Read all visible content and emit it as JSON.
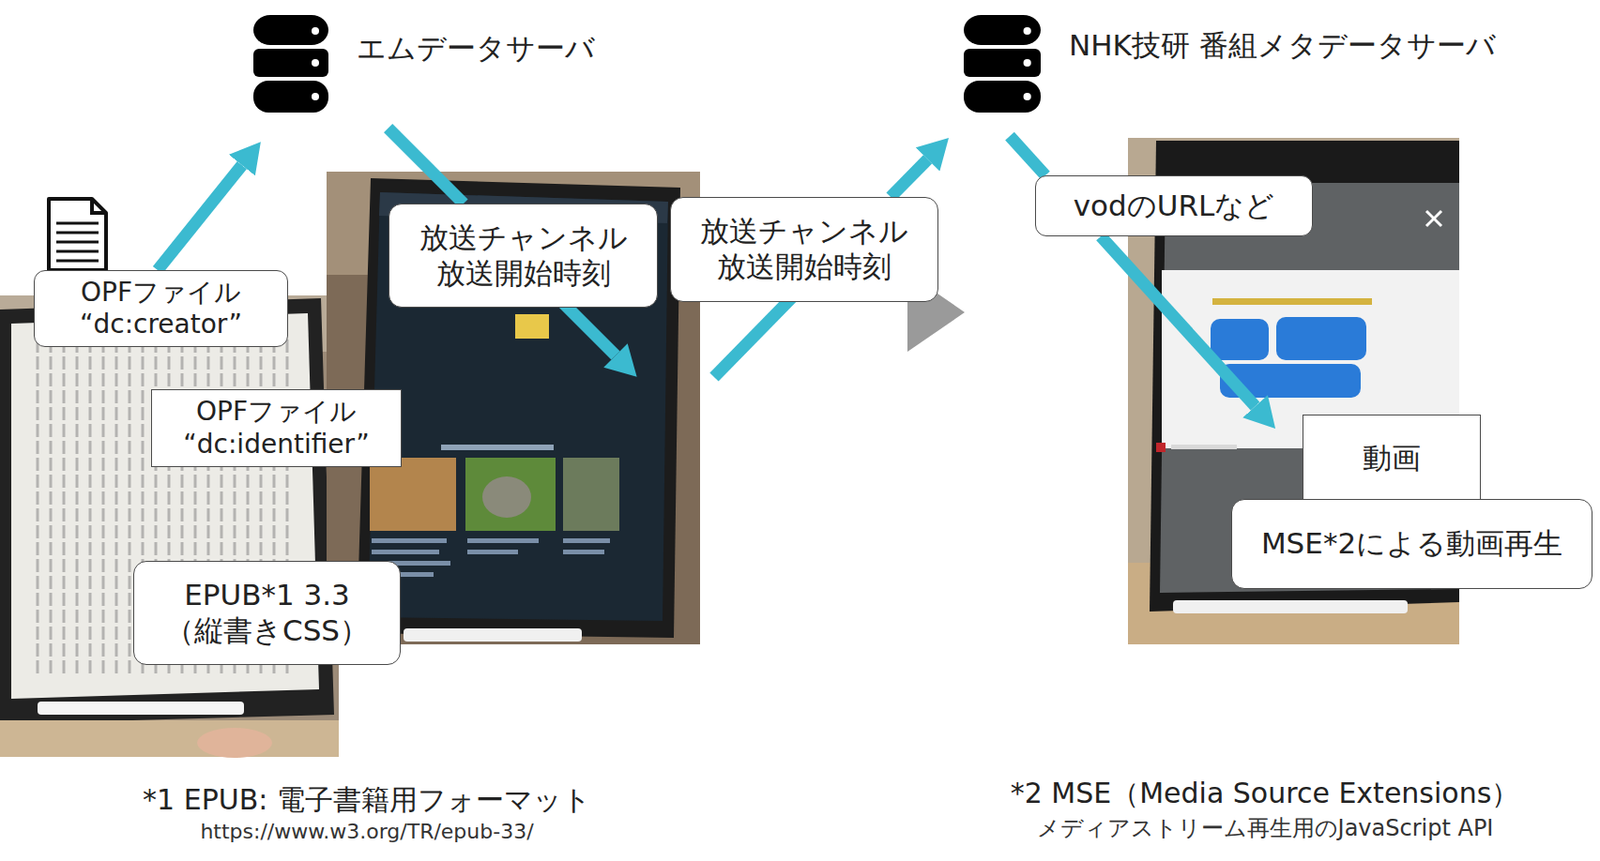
{
  "diagram": {
    "nodes": [
      {
        "text": [
          "エムデータサーバ"
        ]
      },
      {
        "text": [
          "NHK技研 番組メタデータサーバ"
        ]
      },
      {
        "text": [
          "OPFファイル “dc:creator”"
        ]
      },
      {
        "text": [
          "放送チャンネル 放送開始時刻"
        ]
      },
      {
        "text": [
          "放送チャンネル 放送開始時刻"
        ]
      },
      {
        "text": [
          "vodのURLなど"
        ]
      },
      {
        "text": [
          "OPFファイル “dc:identifier”"
        ]
      },
      {
        "text": [
          "動画"
        ]
      },
      {
        "text": [
          "EPUB*1 3.3 （縦書きCSS）"
        ]
      },
      {
        "text": [
          "MSE*2による動画再生"
        ]
      }
    ],
    "edges": [
      {
        "from": 2,
        "to": 0,
        "arrow": "to"
      },
      {
        "from": 0,
        "to": 3,
        "arrow": "none"
      },
      {
        "from": 4,
        "to": 1,
        "arrow": "to"
      },
      {
        "from": 1,
        "to": 5,
        "arrow": "none"
      },
      {
        "from": 5,
        "to": 7,
        "arrow": "to"
      }
    ],
    "labels": [
      "*1 EPUB: 電子書籍用フォーマット",
      "https://www.w3.org/TR/epub-33/",
      "*2 MSE（Media Source Extensions）",
      "メディアストリーム再生用のJavaScript API"
    ]
  }
}
